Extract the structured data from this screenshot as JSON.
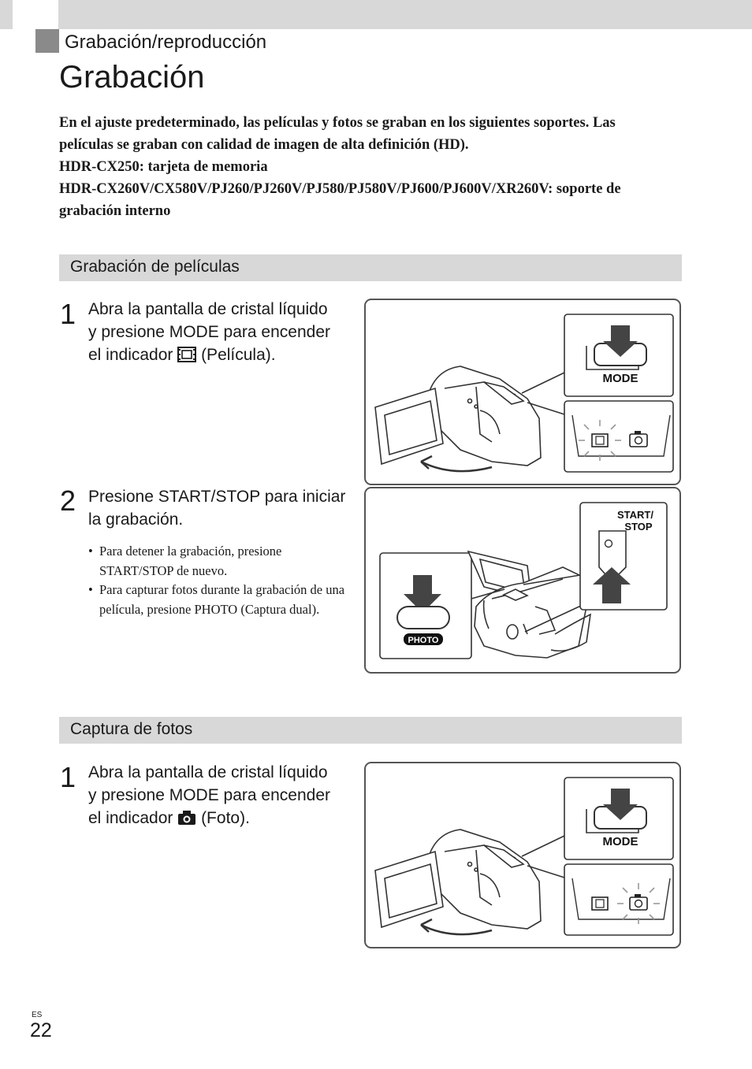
{
  "header": {
    "section_label": "Grabación/reproducción",
    "page_title": "Grabación"
  },
  "intro": {
    "lines": [
      "En el ajuste predeterminado, las películas y fotos se graban en los siguientes soportes. Las",
      "películas se graban con calidad de imagen de alta definición (HD).",
      "HDR-CX250: tarjeta de memoria",
      "HDR-CX260V/CX580V/PJ260/PJ260V/PJ580/PJ580V/PJ600/PJ600V/XR260V: soporte de",
      "grabación interno"
    ]
  },
  "movies": {
    "heading": "Grabación de películas",
    "step1": {
      "number": "1",
      "line1": "Abra la pantalla de cristal líquido",
      "line2": "y presione MODE para encender",
      "line3_pre": "el indicador ",
      "line3_post": " (Película)."
    },
    "step2": {
      "number": "2",
      "line1": "Presione START/STOP para iniciar",
      "line2": "la grabación.",
      "bullets": [
        "Para detener la grabación, presione START/STOP de nuevo.",
        "Para capturar fotos durante la grabación de una película, presione PHOTO (Captura dual)."
      ]
    }
  },
  "photos": {
    "heading": "Captura de fotos",
    "step1": {
      "number": "1",
      "line1": "Abra la pantalla de cristal líquido",
      "line2": "y presione MODE para encender",
      "line3_pre": "el indicador ",
      "line3_post": " (Foto)."
    }
  },
  "figure_labels": {
    "mode": "MODE",
    "start_stop_line1": "START/",
    "start_stop_line2": "STOP",
    "photo": "PHOTO"
  },
  "footer": {
    "lang": "ES",
    "page_number": "22"
  },
  "icons": {
    "movie": "film-strip-icon",
    "photo": "camera-icon"
  }
}
